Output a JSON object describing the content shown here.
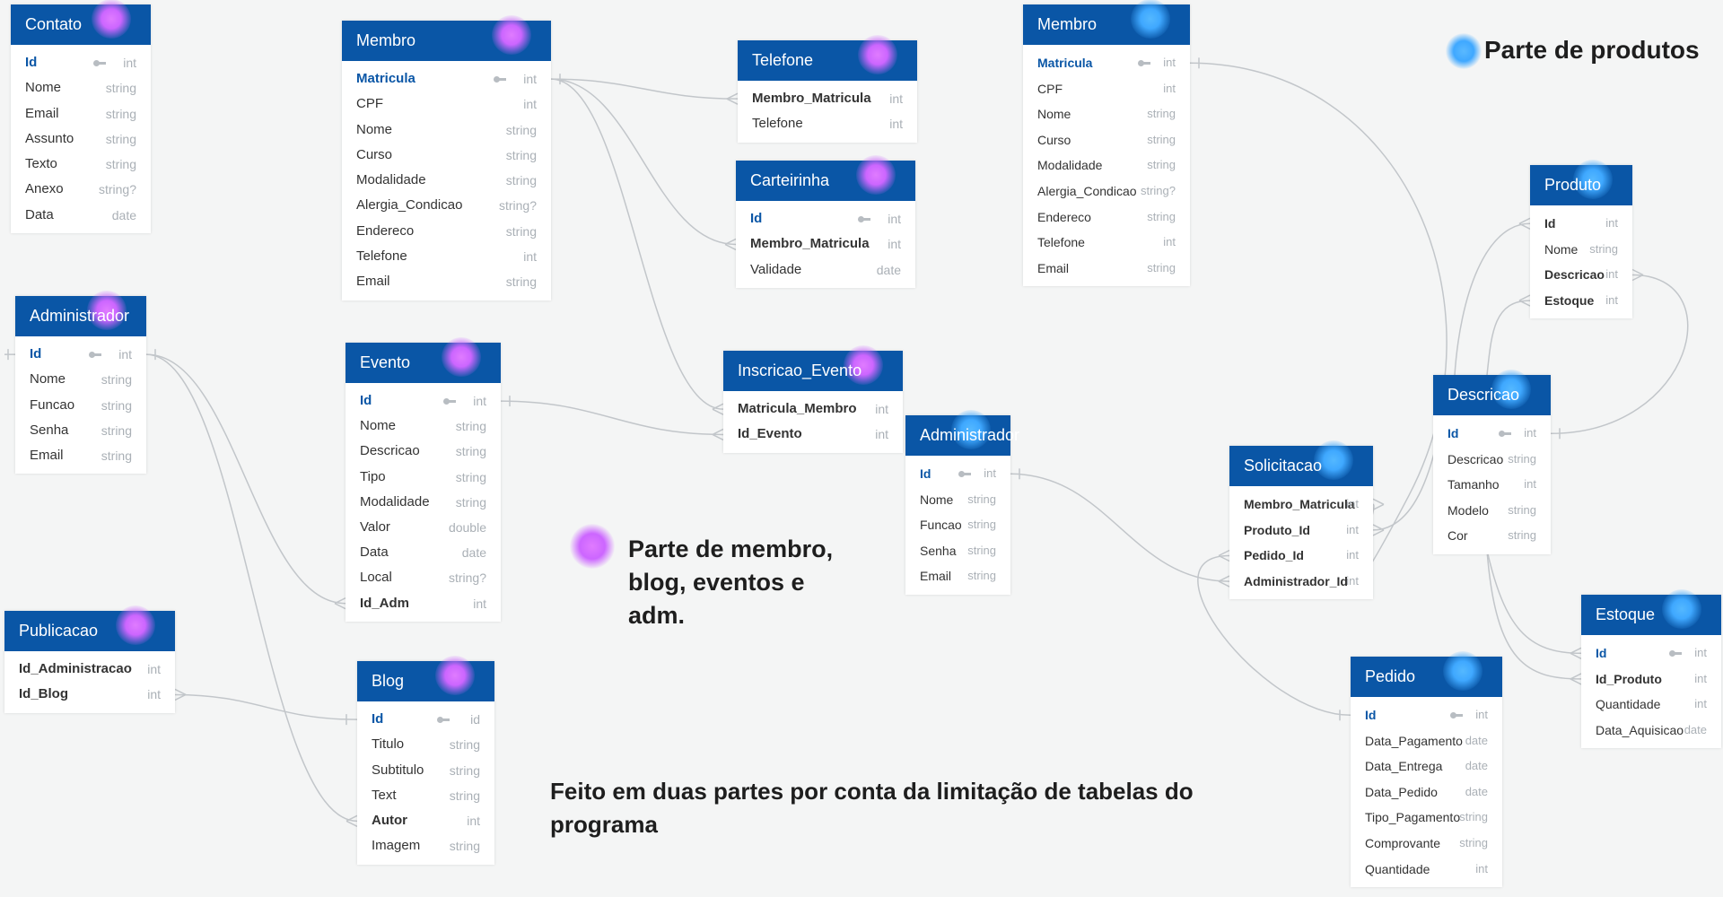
{
  "tables": [
    {
      "id": "contato",
      "title": "Contato",
      "dot": "purple",
      "fields": [
        {
          "name": "Id",
          "type": "int",
          "pk": true
        },
        {
          "name": "Nome",
          "type": "string"
        },
        {
          "name": "Email",
          "type": "string"
        },
        {
          "name": "Assunto",
          "type": "string"
        },
        {
          "name": "Texto",
          "type": "string"
        },
        {
          "name": "Anexo",
          "type": "string?"
        },
        {
          "name": "Data",
          "type": "date"
        }
      ]
    },
    {
      "id": "membro1",
      "title": "Membro",
      "dot": "purple",
      "fields": [
        {
          "name": "Matricula",
          "type": "int",
          "pk": true
        },
        {
          "name": "CPF",
          "type": "int"
        },
        {
          "name": "Nome",
          "type": "string"
        },
        {
          "name": "Curso",
          "type": "string"
        },
        {
          "name": "Modalidade",
          "type": "string"
        },
        {
          "name": "Alergia_Condicao",
          "type": "string?"
        },
        {
          "name": "Endereco",
          "type": "string"
        },
        {
          "name": "Telefone",
          "type": "int"
        },
        {
          "name": "Email",
          "type": "string"
        }
      ]
    },
    {
      "id": "telefone",
      "title": "Telefone",
      "dot": "purple",
      "fields": [
        {
          "name": "Membro_Matricula",
          "type": "int",
          "fk": true
        },
        {
          "name": "Telefone",
          "type": "int"
        }
      ]
    },
    {
      "id": "carteirinha",
      "title": "Carteirinha",
      "dot": "purple",
      "fields": [
        {
          "name": "Id",
          "type": "int",
          "pk": true
        },
        {
          "name": "Membro_Matricula",
          "type": "int",
          "fk": true
        },
        {
          "name": "Validade",
          "type": "date"
        }
      ]
    },
    {
      "id": "membro2",
      "title": "Membro",
      "dot": "blue",
      "fields": [
        {
          "name": "Matricula",
          "type": "int",
          "pk": true
        },
        {
          "name": "CPF",
          "type": "int"
        },
        {
          "name": "Nome",
          "type": "string"
        },
        {
          "name": "Curso",
          "type": "string"
        },
        {
          "name": "Modalidade",
          "type": "string"
        },
        {
          "name": "Alergia_Condicao",
          "type": "string?"
        },
        {
          "name": "Endereco",
          "type": "string"
        },
        {
          "name": "Telefone",
          "type": "int"
        },
        {
          "name": "Email",
          "type": "string"
        }
      ]
    },
    {
      "id": "administrador1",
      "title": "Administrador",
      "dot": "purple",
      "fields": [
        {
          "name": "Id",
          "type": "int",
          "pk": true
        },
        {
          "name": "Nome",
          "type": "string"
        },
        {
          "name": "Funcao",
          "type": "string"
        },
        {
          "name": "Senha",
          "type": "string"
        },
        {
          "name": "Email",
          "type": "string"
        }
      ]
    },
    {
      "id": "evento",
      "title": "Evento",
      "dot": "purple",
      "fields": [
        {
          "name": "Id",
          "type": "int",
          "pk": true
        },
        {
          "name": "Nome",
          "type": "string"
        },
        {
          "name": "Descricao",
          "type": "string"
        },
        {
          "name": "Tipo",
          "type": "string"
        },
        {
          "name": "Modalidade",
          "type": "string"
        },
        {
          "name": "Valor",
          "type": "double"
        },
        {
          "name": "Data",
          "type": "date"
        },
        {
          "name": "Local",
          "type": "string?"
        },
        {
          "name": "Id_Adm",
          "type": "int",
          "fk": true
        }
      ]
    },
    {
      "id": "inscricao",
      "title": "Inscricao_Evento",
      "dot": "purple",
      "fields": [
        {
          "name": "Matricula_Membro",
          "type": "int",
          "fk": true
        },
        {
          "name": "Id_Evento",
          "type": "int",
          "fk": true
        }
      ]
    },
    {
      "id": "administrador2",
      "title": "Administrador",
      "dot": "blue",
      "fields": [
        {
          "name": "Id",
          "type": "int",
          "pk": true
        },
        {
          "name": "Nome",
          "type": "string"
        },
        {
          "name": "Funcao",
          "type": "string"
        },
        {
          "name": "Senha",
          "type": "string"
        },
        {
          "name": "Email",
          "type": "string"
        }
      ]
    },
    {
      "id": "produto",
      "title": "Produto",
      "dot": "blue",
      "fields": [
        {
          "name": "Id",
          "type": "int",
          "fk": true
        },
        {
          "name": "Nome",
          "type": "string"
        },
        {
          "name": "Descricao",
          "type": "int",
          "fk": true
        },
        {
          "name": "Estoque",
          "type": "int",
          "fk": true
        }
      ]
    },
    {
      "id": "descricao",
      "title": "Descricao",
      "dot": "blue",
      "fields": [
        {
          "name": "Id",
          "type": "int",
          "pk": true
        },
        {
          "name": "Descricao",
          "type": "string"
        },
        {
          "name": "Tamanho",
          "type": "int"
        },
        {
          "name": "Modelo",
          "type": "string"
        },
        {
          "name": "Cor",
          "type": "string"
        }
      ]
    },
    {
      "id": "solicitacao",
      "title": "Solicitacao",
      "dot": "blue",
      "fields": [
        {
          "name": "Membro_Matricula",
          "type": "int",
          "fk": true
        },
        {
          "name": "Produto_Id",
          "type": "int",
          "fk": true
        },
        {
          "name": "Pedido_Id",
          "type": "int",
          "fk": true
        },
        {
          "name": "Administrador_Id",
          "type": "int",
          "fk": true
        }
      ]
    },
    {
      "id": "publicacao",
      "title": "Publicacao",
      "dot": "purple",
      "fields": [
        {
          "name": "Id_Administracao",
          "type": "int",
          "fk": true
        },
        {
          "name": "Id_Blog",
          "type": "int",
          "fk": true
        }
      ]
    },
    {
      "id": "blog",
      "title": "Blog",
      "dot": "purple",
      "fields": [
        {
          "name": "Id",
          "type": "id",
          "pk": true
        },
        {
          "name": "Titulo",
          "type": "string"
        },
        {
          "name": "Subtitulo",
          "type": "string"
        },
        {
          "name": "Text",
          "type": "string"
        },
        {
          "name": "Autor",
          "type": "int",
          "fk": true
        },
        {
          "name": "Imagem",
          "type": "string"
        }
      ]
    },
    {
      "id": "estoque",
      "title": "Estoque",
      "dot": "blue",
      "fields": [
        {
          "name": "Id",
          "type": "int",
          "pk": true
        },
        {
          "name": "Id_Produto",
          "type": "int",
          "fk": true
        },
        {
          "name": "Quantidade",
          "type": "int"
        },
        {
          "name": "Data_Aquisicao",
          "type": "date"
        }
      ]
    },
    {
      "id": "pedido",
      "title": "Pedido",
      "dot": "blue",
      "fields": [
        {
          "name": "Id",
          "type": "int",
          "pk": true
        },
        {
          "name": "Data_Pagamento",
          "type": "date"
        },
        {
          "name": "Data_Entrega",
          "type": "date"
        },
        {
          "name": "Data_Pedido",
          "type": "date"
        },
        {
          "name": "Tipo_Pagamento",
          "type": "string"
        },
        {
          "name": "Comprovante",
          "type": "string"
        },
        {
          "name": "Quantidade",
          "type": "int"
        }
      ]
    }
  ],
  "legend": {
    "produtos": "Parte de produtos",
    "membro_line1": "Parte de membro,",
    "membro_line2": "blog, eventos e",
    "membro_line3": "adm."
  },
  "note": {
    "line1": "Feito em duas partes por conta da limitação de tabelas do",
    "line2": "programa"
  },
  "colors": {
    "header": "#0a56a6",
    "purple_marker": "#cc66ff",
    "blue_marker": "#3fa8ff",
    "line": "#c2c6ca"
  }
}
